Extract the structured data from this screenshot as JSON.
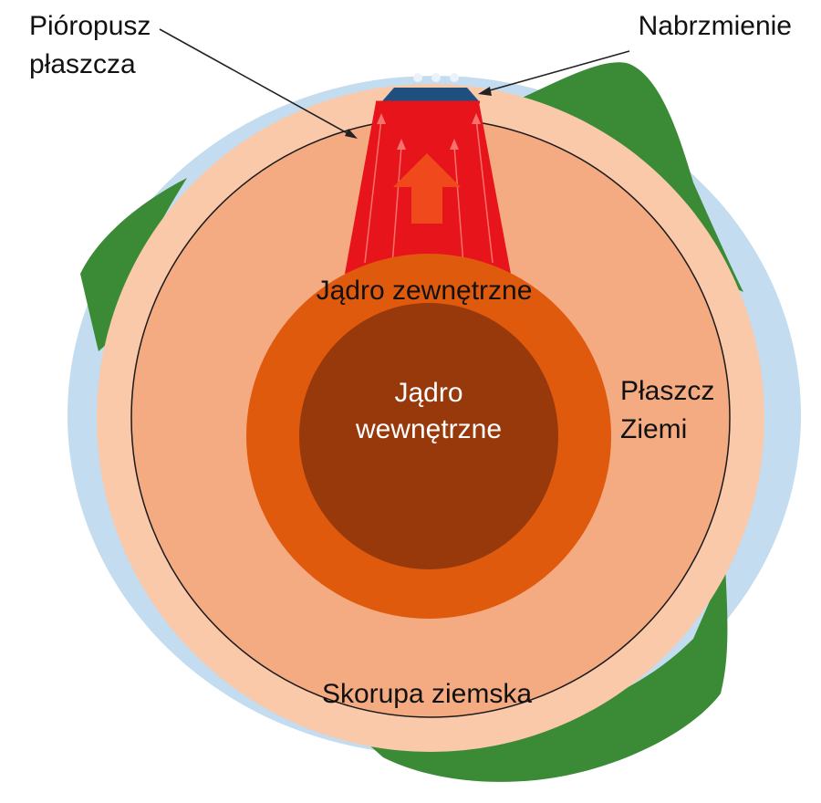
{
  "labels": {
    "mantle_plume_line1": "Pióropusz",
    "mantle_plume_line2": "płaszcza",
    "swell": "Nabrzmienie",
    "outer_core": "Jądro zewnętrzne",
    "inner_core_line1": "Jądro",
    "inner_core_line2": "wewnętrzne",
    "mantle_line1": "Płaszcz",
    "mantle_line2": "Ziemi",
    "crust": "Skorupa ziemska"
  },
  "colors": {
    "atmosphere": "#c3dcef",
    "land": "#3a8a36",
    "crust": "#f9c9aa",
    "mantle": "#f4ab82",
    "outer_core": "#e05a0e",
    "inner_core": "#98390c",
    "plume": "#e8141c",
    "plume_arrow": "#f04a1c",
    "swell": "#1f4f7f",
    "label_text": "#111111",
    "label_text_light": "#ffffff"
  }
}
